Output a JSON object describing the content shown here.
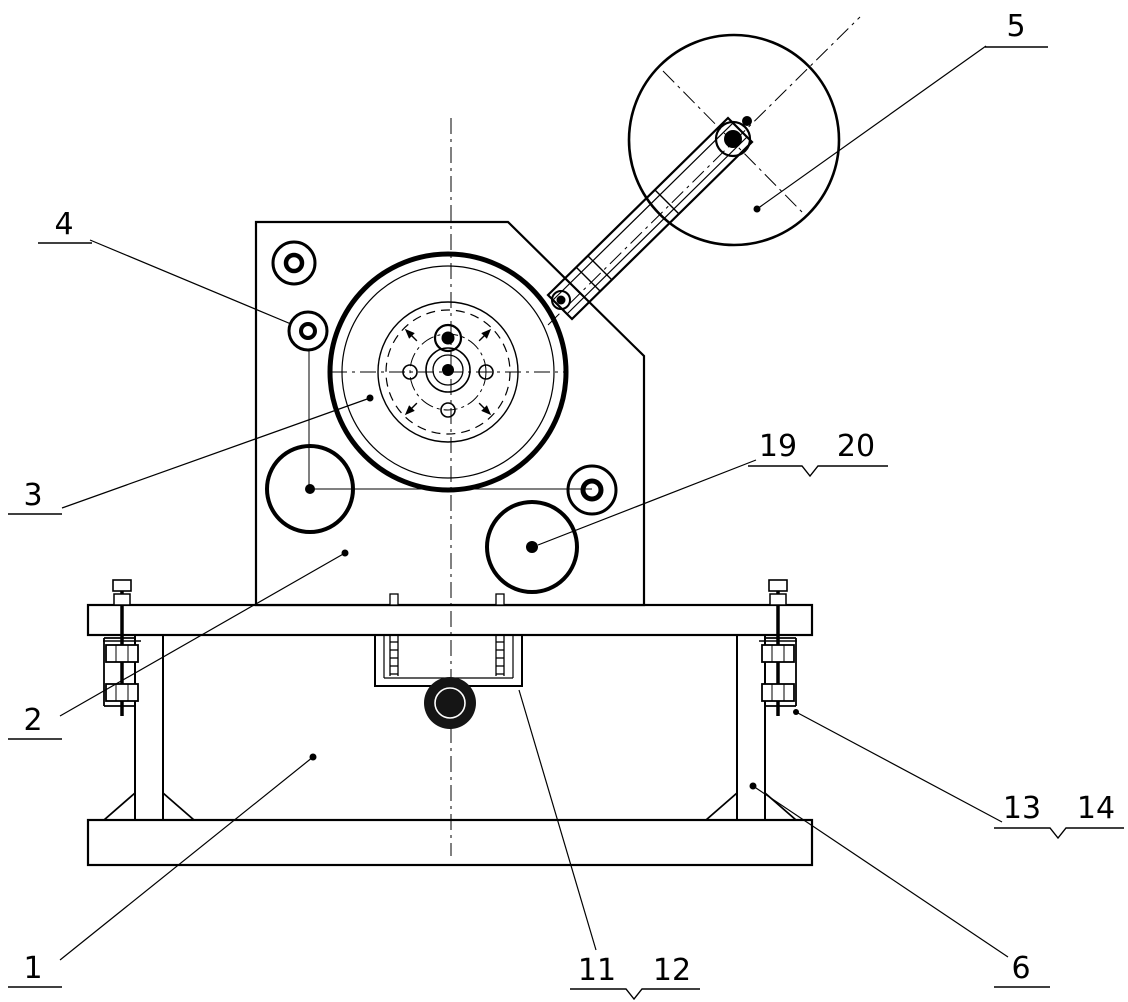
{
  "drawing": {
    "colors": {
      "background": "#ffffff",
      "line": "#000000"
    },
    "callouts": {
      "c1": "1",
      "c2": "2",
      "c3": "3",
      "c4": "4",
      "c5": "5",
      "c6": "6",
      "c11": "11",
      "c12": "12",
      "c13": "13",
      "c14": "14",
      "c19": "19",
      "c20": "20"
    }
  }
}
